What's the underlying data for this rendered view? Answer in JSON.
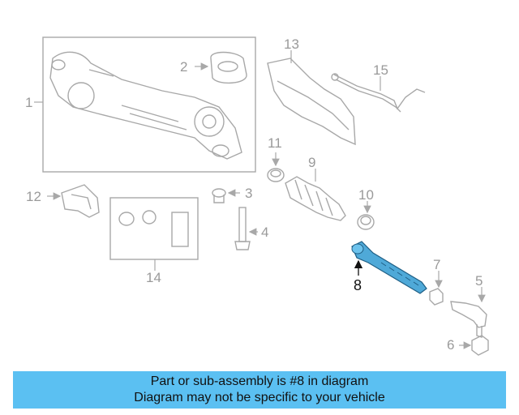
{
  "diagram": {
    "callouts": {
      "c1": "1",
      "c2": "2",
      "c3": "3",
      "c4": "4",
      "c5": "5",
      "c6": "6",
      "c7": "7",
      "c8": "8",
      "c9": "9",
      "c10": "10",
      "c11": "11",
      "c12": "12",
      "c13": "13",
      "c14": "14",
      "c15": "15"
    },
    "highlight_part": "8",
    "colors": {
      "line": "#a8a8a8",
      "highlight": "#4fa9d8",
      "banner": "#5bc0f2"
    }
  },
  "banner": {
    "line1": "Part or sub-assembly is #8 in diagram",
    "line2": "Diagram may not be specific to your vehicle"
  }
}
